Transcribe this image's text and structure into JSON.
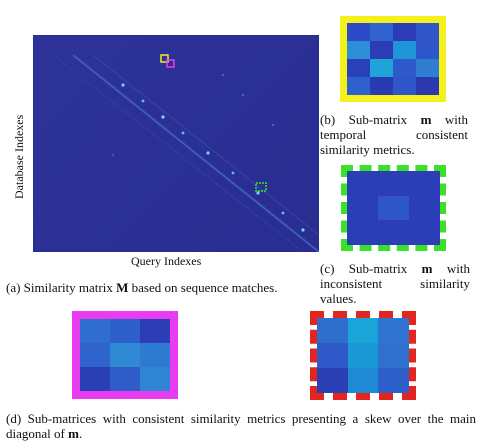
{
  "main_matrix": {
    "ylabel": "Database Indexes",
    "xlabel": "Query Indexes"
  },
  "caption_a": {
    "prefix": "(a) Similarity matrix ",
    "symbol": "M",
    "rest": " based on sequence matches."
  },
  "caption_b": {
    "prefix": "(b) Sub-matrix ",
    "symbol": "m",
    "rest": " with temporal consistent similarity metrics."
  },
  "caption_c": {
    "prefix": "(c) Sub-matrix ",
    "symbol": "m",
    "rest": " with inconsistent similarity values."
  },
  "caption_d": {
    "prefix": "(d) Sub-matrices with consistent similarity metrics presenting a skew over the main diagonal of ",
    "symbol": "m",
    "rest": "."
  },
  "colors": {
    "matrix_bg": "#2b2e92",
    "yellow_frame": "#f3f01c",
    "green_dash": "#39e12b",
    "magenta_frame": "#e73cf0",
    "red_dash": "#e2261f"
  },
  "submatrix_b_cells": [
    "#2d4bc8",
    "#2f63cf",
    "#2c3cb8",
    "#2f55c9",
    "#2e8ed7",
    "#2b3cb4",
    "#1e96d8",
    "#2d56cb",
    "#2a3fba",
    "#1fa4d9",
    "#2f59cb",
    "#2f7ed1",
    "#2f61cd",
    "#2a3ab2",
    "#2f55c8",
    "#2c3ab0"
  ],
  "submatrix_c_cells": [
    "#2b3eb8",
    "#2b3eb8",
    "#2b3eb8",
    "#2b3eb8",
    "#2f56c8",
    "#2b3eb8",
    "#2b3eb8",
    "#2b3eb8",
    "#2b3eb8"
  ],
  "submatrix_d1_cells": [
    "#2f6dce",
    "#2f5fcb",
    "#2c3db5",
    "#2f64cc",
    "#2f8ad3",
    "#2f7ad1",
    "#2b3fb4",
    "#2f5cc8",
    "#2f85d3"
  ],
  "submatrix_d2_cells": [
    "#2f6fcb",
    "#1aa4d8",
    "#2f74cf",
    "#2f58c9",
    "#1a98d6",
    "#2f6fcd",
    "#2b3fb4",
    "#1f8ad4",
    "#2f5fc8"
  ]
}
